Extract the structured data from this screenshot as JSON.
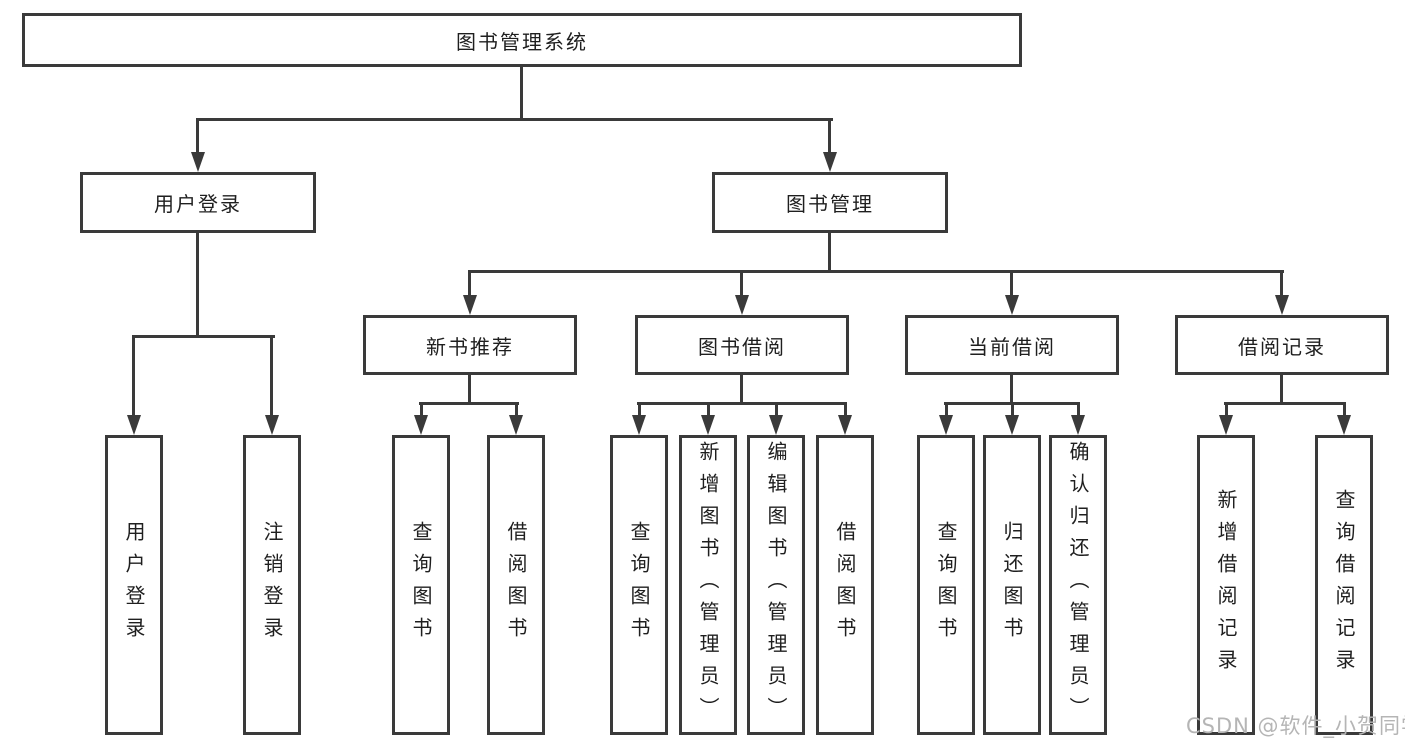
{
  "diagram": {
    "root": "图书管理系统",
    "branches": [
      {
        "label": "用户登录",
        "children": [
          {
            "label": "用户登录"
          },
          {
            "label": "注销登录"
          }
        ]
      },
      {
        "label": "图书管理",
        "children": [
          {
            "label": "新书推荐",
            "children": [
              {
                "label": "查询图书"
              },
              {
                "label": "借阅图书"
              }
            ]
          },
          {
            "label": "图书借阅",
            "children": [
              {
                "label": "查询图书"
              },
              {
                "label": "新增图书（管理员）"
              },
              {
                "label": "编辑图书（管理员）"
              },
              {
                "label": "借阅图书"
              }
            ]
          },
          {
            "label": "当前借阅",
            "children": [
              {
                "label": "查询图书"
              },
              {
                "label": "归还图书"
              },
              {
                "label": "确认归还（管理员）"
              }
            ]
          },
          {
            "label": "借阅记录",
            "children": [
              {
                "label": "新增借阅记录"
              },
              {
                "label": "查询借阅记录"
              }
            ]
          }
        ]
      }
    ],
    "watermark": "CSDN @软件_小贺同学",
    "colors": {
      "line": "#3a3a3a",
      "text": "#1f1f1f",
      "watermark": "#b5b5b5",
      "background": "#ffffff"
    }
  }
}
